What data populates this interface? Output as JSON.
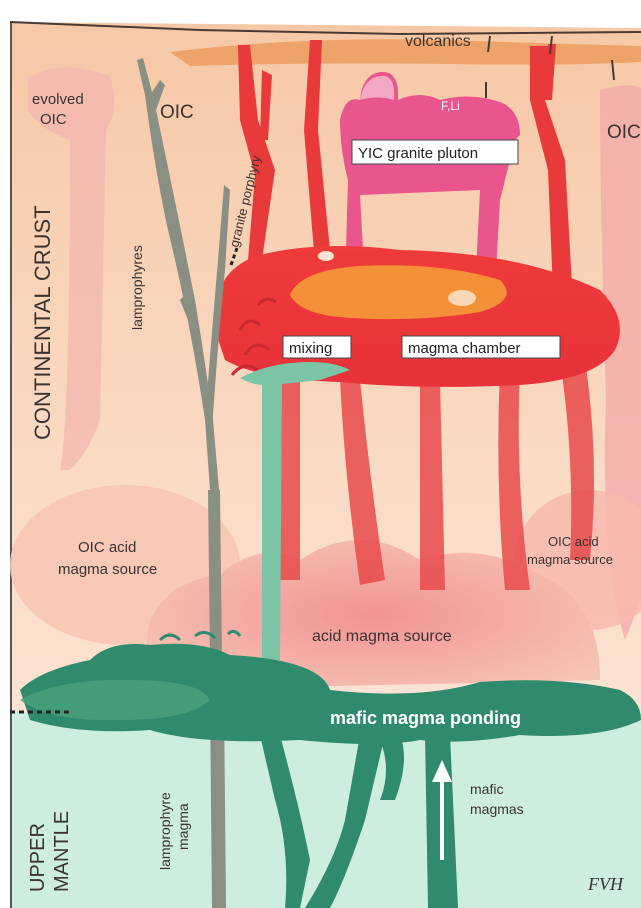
{
  "labels": {
    "volcanics": "volcanics",
    "evolved_oic_line1": "evolved",
    "evolved_oic_line2": "OIC",
    "oic_left": "OIC",
    "oic_right": "OIC",
    "fli": "F,Li",
    "yic_pluton": "YIC granite pluton",
    "granite_porphyry": "granite porphyry",
    "continental_crust": "CONTINENTAL CRUST",
    "lamprophyres": "lamprophyres",
    "mixing": "mixing",
    "magma_chamber": "magma chamber",
    "oic_acid_left_line1": "OIC acid",
    "oic_acid_left_line2": "magma source",
    "oic_acid_right_line1": "OIC acid",
    "oic_acid_right_line2": "magma source",
    "acid_magma_source": "acid magma source",
    "mafic_ponding": "mafic magma ponding",
    "upper_line1": "UPPER",
    "upper_line2": "MANTLE",
    "lamprophyre_magma_line1": "lamprophyre",
    "lamprophyre_magma_line2": "magma",
    "mafic_magmas_line1": "mafic",
    "mafic_magmas_line2": "magmas",
    "signature": "FVH"
  },
  "colors": {
    "crust_top": "#f7c9a6",
    "crust_bottom": "#fbe0cf",
    "mantle": "#cdeede",
    "volcanics_band": "#efa86e",
    "red_magma": "#e8323a",
    "pink_magma": "#e9568d",
    "orange_core": "#f49138",
    "mafic_green": "#2f8a6e",
    "mixing_green": "#7cc4a6",
    "lamprophyre_gray": "#8a8f84",
    "oic_pink": "#f2a8a8"
  }
}
